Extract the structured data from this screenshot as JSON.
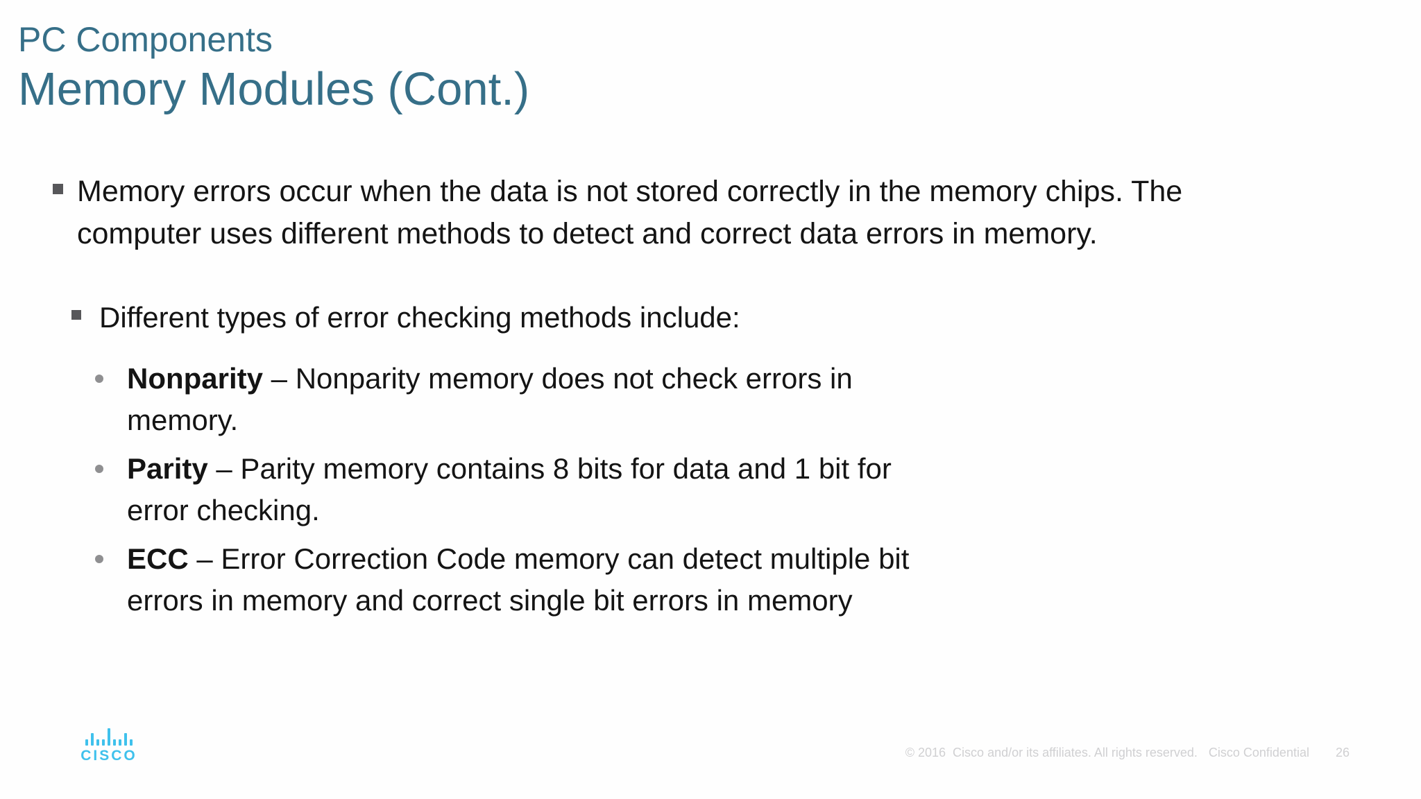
{
  "slide": {
    "pretitle": "PC Components",
    "title": "Memory Modules (Cont.)",
    "bullets": {
      "level1": "Memory errors occur when the data is not stored correctly in the memory chips. The\ncomputer uses different methods to detect and correct data errors in memory.",
      "level2": "Different types of error checking methods include:",
      "items": [
        {
          "term": "Nonparity",
          "desc": " – Nonparity memory does not check errors in\nmemory."
        },
        {
          "term": "Parity",
          "desc": " – Parity memory contains 8 bits for data and 1 bit for\nerror checking."
        },
        {
          "term": "ECC",
          "desc": " – Error Correction Code memory can detect multiple bit\nerrors in memory and correct single bit errors in memory"
        }
      ]
    },
    "footer": {
      "logo_text": "CISCO",
      "copyright": "© 2016  Cisco and/or its affiliates. All rights reserved.",
      "confidential": "Cisco Confidential",
      "page_number": "26"
    },
    "colors": {
      "heading_teal": "#366F88",
      "body_text": "#141414",
      "bullet_square": "#57575a",
      "bullet_dot": "#8f8f91",
      "footer_text": "#d0d0d2",
      "cisco_blue": "#3FC1EC"
    }
  }
}
